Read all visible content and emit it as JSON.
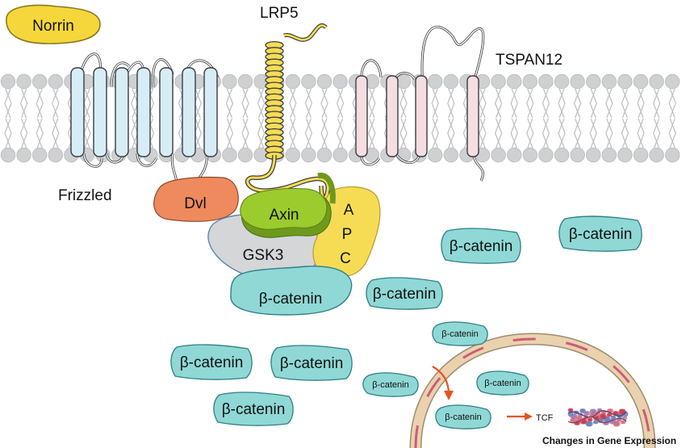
{
  "labels": {
    "norrin": "Norrin",
    "lrp5": "LRP5",
    "tspan12": "TSPAN12",
    "frizzled": "Frizzled",
    "dvl": "Dvl",
    "axin": "Axin",
    "apc_a": "A",
    "apc_p": "P",
    "apc_c": "C",
    "gsk3": "GSK3",
    "beta_catenin": "β-catenin",
    "tcf": "TCF",
    "gene_expression": "Changes in Gene Expression"
  },
  "colors": {
    "norrin": "#f5d73c",
    "frizzled": "#d7edf6",
    "tspan12": "#f5dde2",
    "lrp5": "#f6dc55",
    "dvl": "#ef8a5e",
    "axin": "#9ccb2e",
    "apc": "#f6dc55",
    "gsk3": "#d4d6d8",
    "beta_catenin": "#8fd8d6",
    "membrane": "#cfd0d2",
    "nucleus": "#e9d2ad",
    "nucleus_pore": "#cc5b7b",
    "arrow": "#e8521e"
  }
}
